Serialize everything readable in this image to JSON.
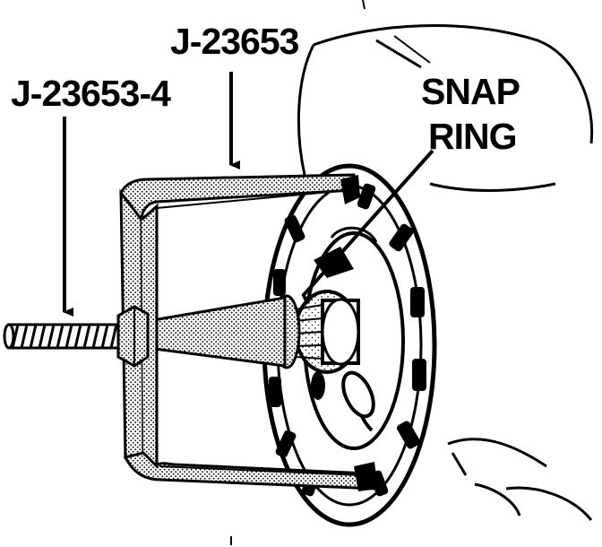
{
  "figure": {
    "labels": {
      "puller": "J-23653",
      "forcing_screw": "J-23653-4",
      "snap_ring_line1": "SNAP",
      "snap_ring_line2": "RING"
    },
    "colors": {
      "ink": "#000000",
      "paper": "#ffffff"
    }
  }
}
